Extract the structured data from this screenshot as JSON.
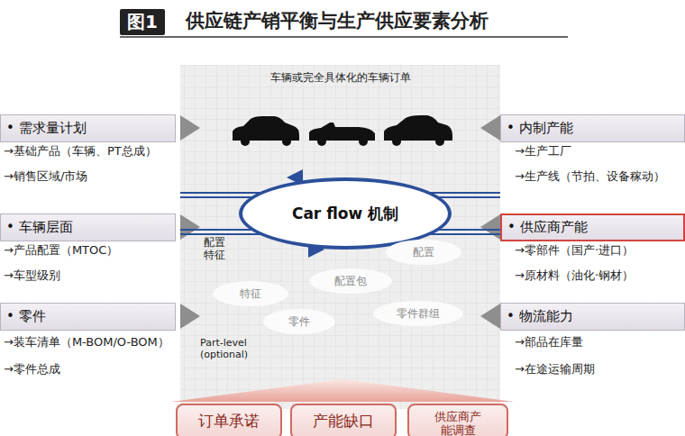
{
  "diagram": {
    "title": "供应链产销平衡与生产供应要素分析",
    "nodes": [
      {
        "text": [
          "• 需求量计划"
        ]
      },
      {
        "text": [
          "• 车辆层面"
        ]
      },
      {
        "text": [
          "• 零件"
        ]
      },
      {
        "text": [
          "• 内制产能"
        ]
      },
      {
        "text": [
          "• 供应商产能"
        ]
      },
      {
        "text": [
          "• 物流能力"
        ]
      },
      {
        "text": [
          "车辆或完全具体化的车辆订单"
        ]
      },
      {
        "text": [
          "Car flow 机制"
        ],
        "in": 6
      },
      {
        "text": [
          "配置"
        ],
        "in": 6
      },
      {
        "text": [
          "特征"
        ],
        "in": 6
      },
      {
        "text": [
          "配置包"
        ],
        "in": 6
      },
      {
        "text": [
          "零件"
        ],
        "in": 6
      },
      {
        "text": [
          "零件群组"
        ],
        "in": 6
      },
      {
        "text": [
          "订单承诺"
        ]
      },
      {
        "text": [
          "产能缺口"
        ]
      },
      {
        "text": [
          "供应商产能调查"
        ]
      }
    ],
    "labels": [
      "图1",
      "→基础产品（车辆、PT总成）",
      "→销售区域/市场",
      "→产品配置（MTOC）",
      "→车型级别",
      "→装车清单（M-BOM/O-BOM）",
      "→零件总成",
      "→生产工厂",
      "→生产线（节拍、设备稼动）",
      "→零部件（国产·进口）",
      "→原材料（油化·钢材）",
      "→部品在库量",
      "→在途运输周期",
      "配置 特征",
      "Part-level (optional)"
    ]
  }
}
